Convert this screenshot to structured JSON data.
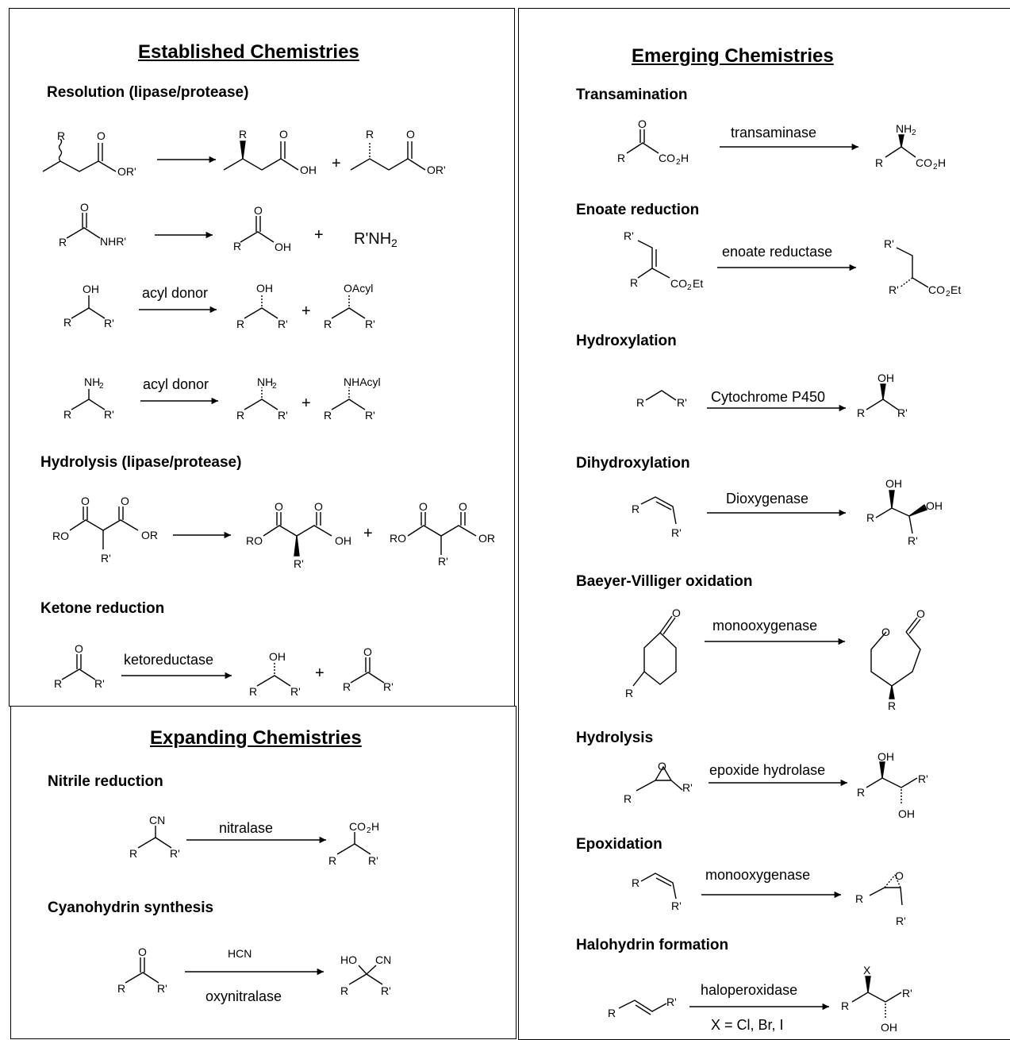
{
  "panels": {
    "established": {
      "title": "Established Chemistries",
      "sections": {
        "resolution": "Resolution (lipase/protease)",
        "hydrolysis": "Hydrolysis (lipase/protease)",
        "ketone": "Ketone reduction"
      },
      "reagents": {
        "acyl1": "acyl donor",
        "acyl2": "acyl donor",
        "keto": "ketoreductase"
      }
    },
    "expanding": {
      "title": "Expanding Chemistries",
      "sections": {
        "nitrile": "Nitrile reduction",
        "cyano": "Cyanohydrin synthesis"
      },
      "reagents": {
        "nitralase": "nitralase",
        "hcn": "HCN",
        "oxy": "oxynitralase"
      }
    },
    "emerging": {
      "title": "Emerging Chemistries",
      "sections": {
        "transamination": "Transamination",
        "enoate": "Enoate reduction",
        "hydroxylation": "Hydroxylation",
        "dihydroxylation": "Dihydroxylation",
        "baeyer": "Baeyer-Villiger oxidation",
        "hydrolysis": "Hydrolysis",
        "epoxidation": "Epoxidation",
        "halohydrin": "Halohydrin formation"
      },
      "reagents": {
        "transaminase": "transaminase",
        "enoate": "enoate reductase",
        "p450": "Cytochrome P450",
        "dioxy": "Dioxygenase",
        "mono1": "monooxygenase",
        "epoxide": "epoxide hydrolase",
        "mono2": "monooxygenase",
        "halo": "haloperoxidase",
        "halo_cond": "X = Cl, Br, I"
      }
    }
  },
  "atoms": {
    "R": "R",
    "Rp": "R'",
    "O": "O",
    "OH": "OH",
    "ORp": "OR'",
    "OR": "OR",
    "RO": "RO",
    "NHRp": "NHR'",
    "RpNH2": "R'NH",
    "two": "2",
    "NH": "NH",
    "OAcyl": "OAcyl",
    "NHAcyl": "NHAcyl",
    "CN": "CN",
    "CO": "CO",
    "H": "H",
    "HO": "HO",
    "X": "X",
    "Et": "Et",
    "plus": "+"
  }
}
